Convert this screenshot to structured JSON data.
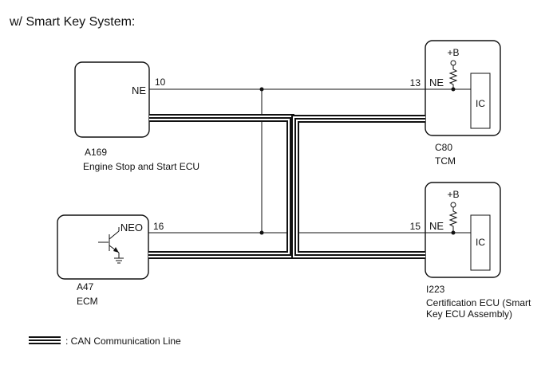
{
  "title": "w/ Smart Key System:",
  "components": {
    "engine_ecu": {
      "pin_label": "NE",
      "pin_number": "10",
      "code": "A169",
      "name": "Engine Stop and Start ECU"
    },
    "ecm": {
      "pin_label": "NEO",
      "pin_number": "16",
      "code": "A47",
      "name": "ECM"
    },
    "tcm": {
      "supply": "+B",
      "pin_label": "NE",
      "pin_number": "13",
      "ic_label": "IC",
      "code": "C80",
      "name": "TCM"
    },
    "cert_ecu": {
      "supply": "+B",
      "pin_label": "NE",
      "pin_number": "15",
      "ic_label": "IC",
      "code": "I223",
      "name_line1": "Certification ECU (Smart",
      "name_line2": "Key ECU Assembly)"
    }
  },
  "legend": {
    "can_line": ": CAN Communication Line"
  }
}
